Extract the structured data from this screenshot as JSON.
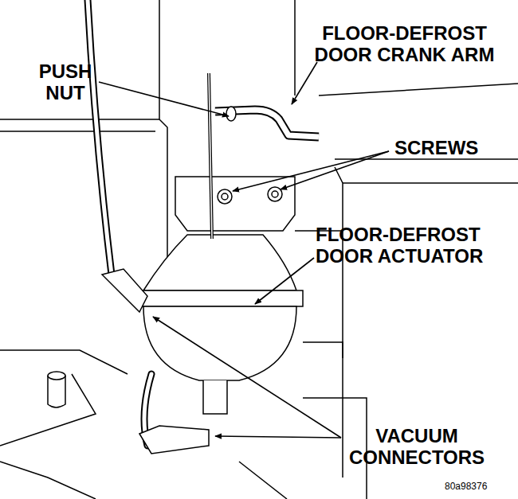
{
  "diagram": {
    "labels": [
      "PUSH NUT",
      "FLOOR-DEFROST DOOR CRANK ARM",
      "SCREWS",
      "FLOOR-DEFROST DOOR ACTUATOR",
      "VACUUM CONNECTORS",
      "80a98376"
    ]
  }
}
